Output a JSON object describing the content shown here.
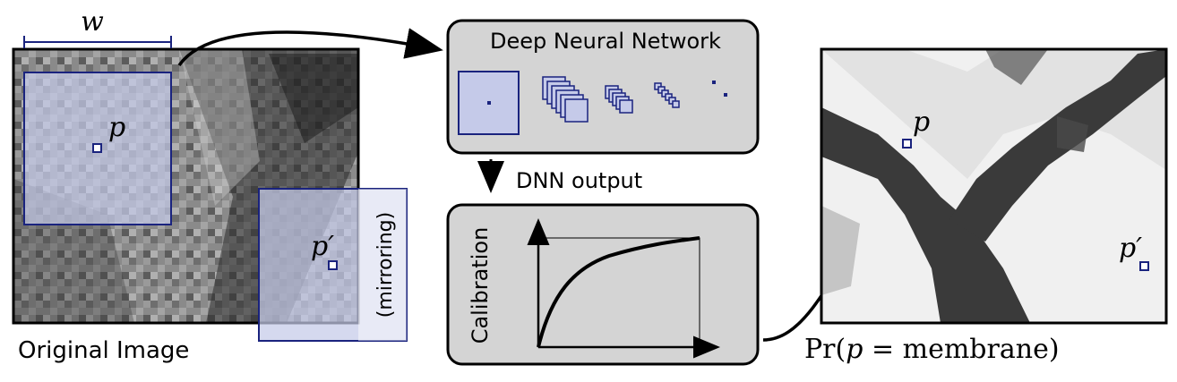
{
  "labels": {
    "window_width": "w",
    "point_p": "p",
    "point_p_prime": "p′",
    "mirroring": "(mirroring)",
    "original_image": "Original Image",
    "dnn_title": "Deep Neural Network",
    "dnn_output": "DNN output",
    "calibration": "Calibration",
    "probability_prefix": "Pr(",
    "probability_var": "p",
    "probability_suffix": " = membrane)"
  },
  "colors": {
    "window_blue": "#1a237e",
    "window_fill": "#c5cae9",
    "panel_fill": "#d4d4d4",
    "membrane_dark": "#3a3a3a",
    "background_light": "#f0f0f0"
  }
}
